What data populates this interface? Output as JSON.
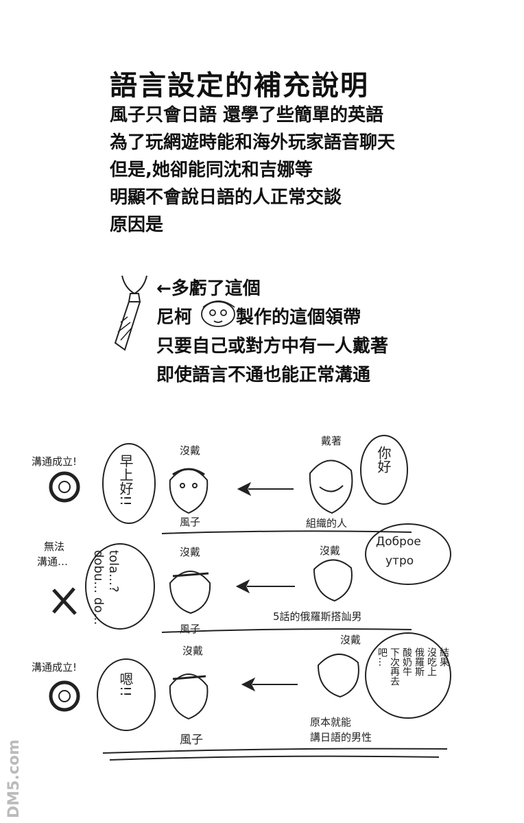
{
  "title": "語言設定的補充說明",
  "intro_lines": [
    "風子只會日語 還學了些簡單的英語",
    "為了玩網遊時能和海外玩家語音聊天",
    "但是,她卻能同沈和吉娜等",
    "明顯不會說日語的人正常交談",
    "原因是"
  ],
  "tie_note": {
    "line1": "←多虧了這個",
    "line2_prefix": "尼柯",
    "line2_suffix": "製作的這個領帶",
    "line3": "只要自己或對方中有一人戴著",
    "line4": "即使語言不通也能正常溝通"
  },
  "panels": [
    {
      "result": "溝通成立!",
      "left_label": "沒戴",
      "left_name": "風子",
      "left_speech": "早上好!!",
      "right_label": "戴著",
      "right_name": "組織的人",
      "right_speech": "你好",
      "symbol": "circle"
    },
    {
      "result_line1": "無法",
      "result_line2": "溝通…",
      "left_label": "沒戴",
      "left_name": "風子",
      "left_speech_lines": [
        "do…",
        "dobu…",
        "tola…?"
      ],
      "right_label": "沒戴",
      "right_name": "5話的俄羅斯搭訕男",
      "right_speech_line1": "Доброе",
      "right_speech_line2": "утро",
      "symbol": "cross"
    },
    {
      "result": "溝通成立!",
      "left_label": "沒戴",
      "left_name": "風子",
      "left_speech": "嗯!!",
      "right_label": "沒戴",
      "right_name_line1": "原本就能",
      "right_name_line2": "講日語的男性",
      "right_speech_cols": [
        "結果",
        "沒吃上",
        "俄羅斯",
        "酸奶牛",
        "下次再去",
        "吧…"
      ],
      "symbol": "circle"
    }
  ],
  "watermark": "DM5.com"
}
